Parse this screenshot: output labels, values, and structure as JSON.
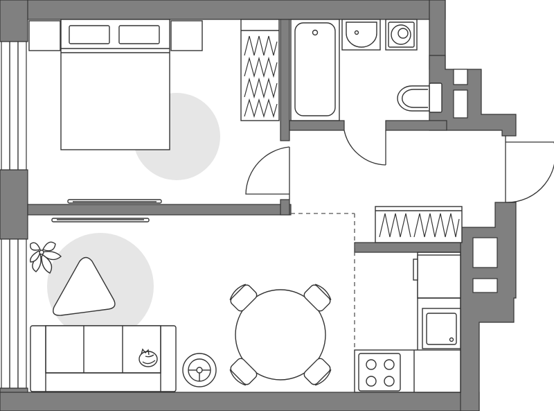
{
  "plan": {
    "colors": {
      "wall": "#808080",
      "line": "#333333",
      "rug": "#e6e6e6",
      "background": "#ffffff"
    },
    "rooms": [
      "bedroom",
      "bathroom",
      "hallway",
      "living-room",
      "kitchen"
    ]
  }
}
